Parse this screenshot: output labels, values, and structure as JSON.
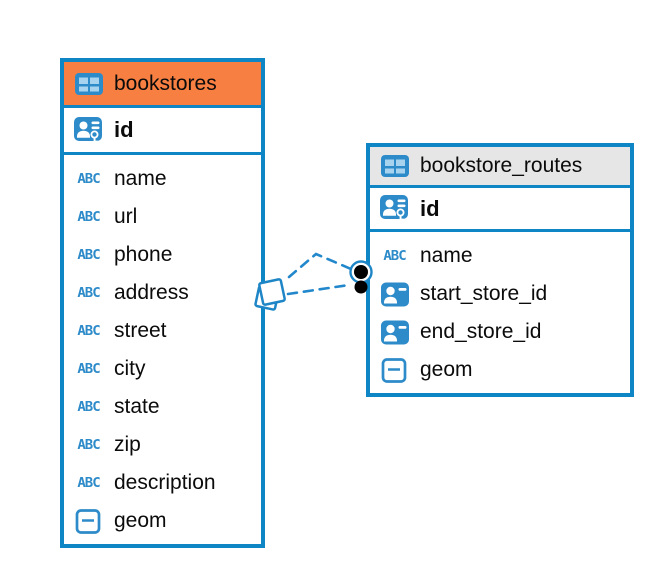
{
  "diagram": {
    "kind": "entity-relationship-diagram",
    "background_color": "#ffffff",
    "accent_blue": "#0e86c6",
    "dash_line_color": "#2388cb"
  },
  "icons": {
    "text_glyph": "ABC"
  },
  "tables": [
    {
      "title": "bookstores",
      "header_color": "#f87f42",
      "header_icon": "table-icon",
      "primary_key": {
        "label": "id",
        "icon": "primary-key-icon"
      },
      "columns": [
        {
          "label": "name",
          "icon": "text-column-icon"
        },
        {
          "label": "url",
          "icon": "text-column-icon"
        },
        {
          "label": "phone",
          "icon": "text-column-icon"
        },
        {
          "label": "address",
          "icon": "text-column-icon"
        },
        {
          "label": "street",
          "icon": "text-column-icon"
        },
        {
          "label": "city",
          "icon": "text-column-icon"
        },
        {
          "label": "state",
          "icon": "text-column-icon"
        },
        {
          "label": "zip",
          "icon": "text-column-icon"
        },
        {
          "label": "description",
          "icon": "text-column-icon"
        },
        {
          "label": "geom",
          "icon": "geometry-column-icon"
        }
      ]
    },
    {
      "title": "bookstore_routes",
      "header_color": "#e6e6e6",
      "header_icon": "table-icon",
      "primary_key": {
        "label": "id",
        "icon": "primary-key-icon"
      },
      "columns": [
        {
          "label": "name",
          "icon": "text-column-icon"
        },
        {
          "label": "start_store_id",
          "icon": "foreign-key-column-icon"
        },
        {
          "label": "end_store_id",
          "icon": "foreign-key-column-icon"
        },
        {
          "label": "geom",
          "icon": "geometry-column-icon"
        }
      ]
    }
  ],
  "relationship": {
    "from_table": "bookstores",
    "to_table": "bookstore_routes",
    "line_style": "dashed",
    "line_count": 2,
    "source_marker": "overlapping-squares-marker",
    "target_marker": "double-dot-marker"
  }
}
